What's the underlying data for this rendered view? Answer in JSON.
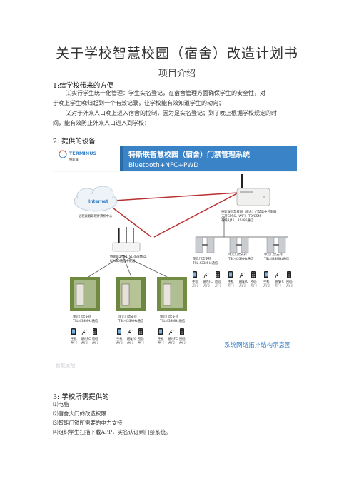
{
  "doc": {
    "title": "关于学校智慧校园（宿舍）改造计划书",
    "subtitle": "项目介绍",
    "section1": {
      "heading": "1:给学校带来的方便",
      "para1_line1": "⑴实行学生统一化管理：学生实名登记，在宿舍管理方面确保学生的安全性，对",
      "para1_line2": "于晚上学生晚归起到一个有效记录，让学校能有效知道学生的动向；",
      "para2_line1": "⑵对于外来人口晚上进入宿舍的控制，因为是实名登记；到了晚上根据学校规定的时",
      "para2_line2": "间，能有效防止外来人口进入到学校；"
    },
    "section2": {
      "heading": "2: 提供的设备"
    },
    "section3": {
      "heading": "3: 学校所需提供的",
      "items": [
        "⑴电脑",
        "⑵宿舍大门的改造权限",
        "⑶智能门锁所需要的电力支持",
        "⑷组织学生扫描下载APP，实名认证到门禁系统。"
      ]
    }
  },
  "figure": {
    "brand_name": "TERMINUS",
    "brand_cn": "特斯联",
    "banner_title": "特斯联智慧校园（宿舍）门禁管理系统",
    "banner_subtitle": "Bluetooth+NFC+PWD",
    "internet": "Internet",
    "cloud_caption": "远程云端处理计算机中心",
    "controller_caption": [
      "特斯联智慧校园（宿舍）门禁集中控制器",
      "支持GPRS、WIFI、TD/GSM",
      "有线RJ45、RS485通信"
    ],
    "router_caption": [
      "特斯联无线RTSL-433Mhz、",
      "RS485通信中继器"
    ],
    "gate_captions": [
      [
        "单元门禁支持",
        "TSL-433MHz通信"
      ],
      [
        "单元门禁支持",
        "TSL-433MHz通信"
      ],
      [
        "单元门禁支持",
        "TSL-433MHz通信"
      ]
    ],
    "panel_captions": [
      [
        "单元门禁支持",
        "TSL-433MHz通信"
      ],
      [
        "单元门禁支持",
        "TSL-433MHz通信"
      ],
      [
        "单元门禁支持",
        "TSL-433MHz通信"
      ]
    ],
    "access_methods": [
      [
        "手机",
        "开门"
      ],
      [
        "刷NFC",
        "开门"
      ],
      [
        "密码",
        "开门"
      ]
    ],
    "diagram_title": "系统网络拓扑结构示意图",
    "watermark": "智能家居",
    "colors": {
      "banner": "#3a83c7",
      "accent": "#2f7dc4",
      "connector": "#b8312f",
      "device": "#222222"
    }
  }
}
